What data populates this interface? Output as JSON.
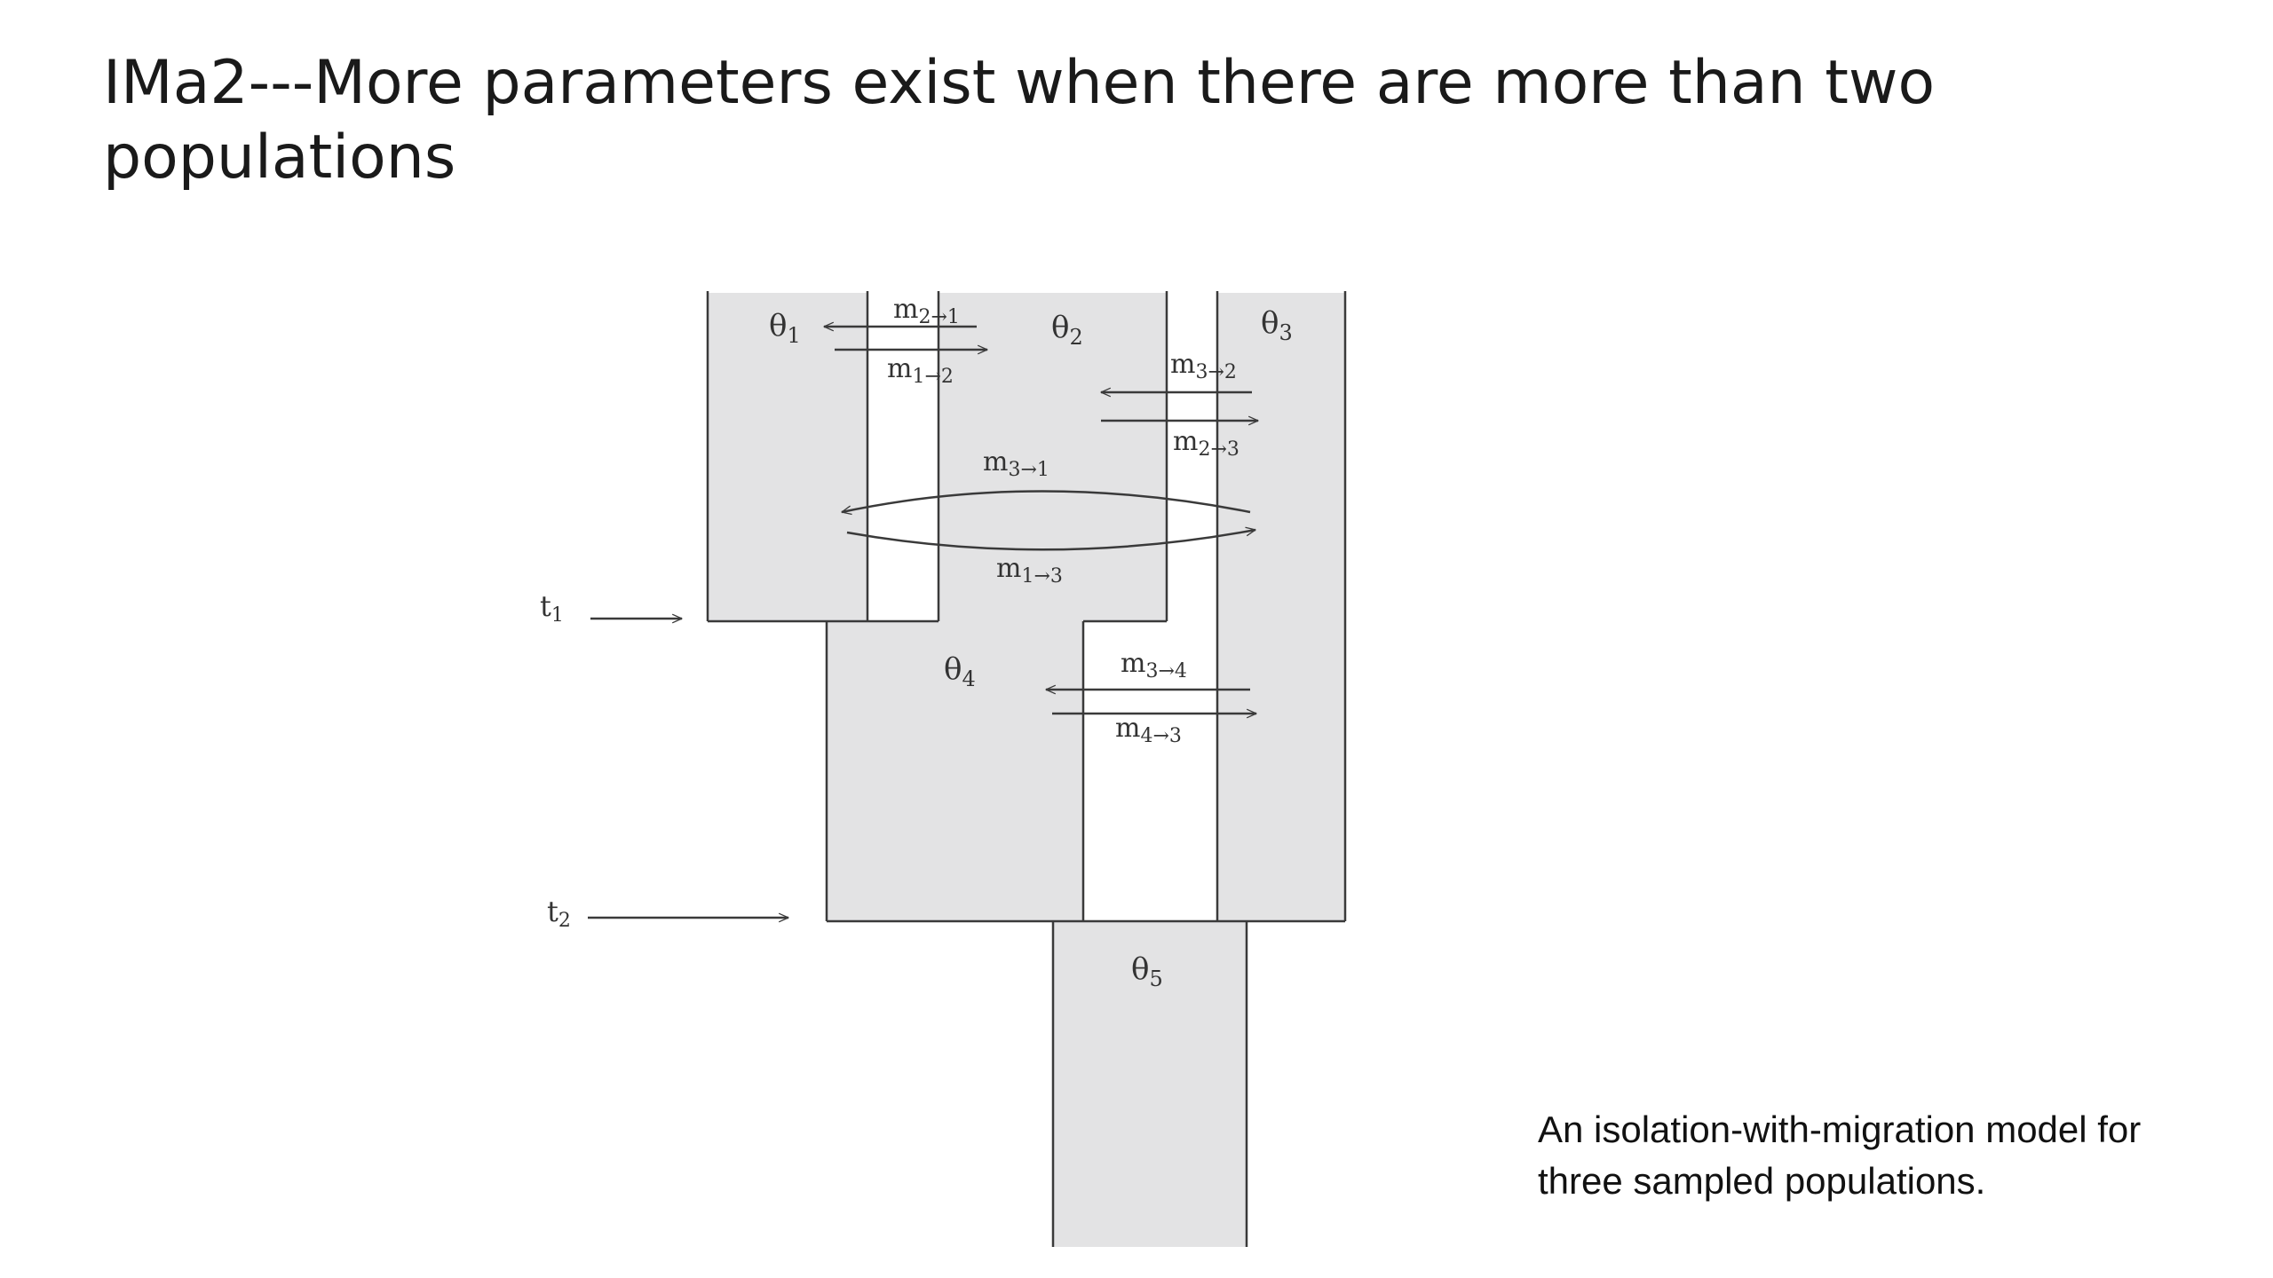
{
  "slide": {
    "title": "IMa2---More parameters exist when there are more than two populations",
    "caption": "An isolation-with-migration model for three sampled populations."
  },
  "diagram": {
    "populations": [
      {
        "theta": "θ",
        "sub": "1"
      },
      {
        "theta": "θ",
        "sub": "2"
      },
      {
        "theta": "θ",
        "sub": "3"
      },
      {
        "theta": "θ",
        "sub": "4"
      },
      {
        "theta": "θ",
        "sub": "5"
      }
    ],
    "migrations": [
      {
        "m": "m",
        "a": "2",
        "b": "1"
      },
      {
        "m": "m",
        "a": "1",
        "b": "2"
      },
      {
        "m": "m",
        "a": "3",
        "b": "2"
      },
      {
        "m": "m",
        "a": "2",
        "b": "3"
      },
      {
        "m": "m",
        "a": "3",
        "b": "1"
      },
      {
        "m": "m",
        "a": "1",
        "b": "3"
      },
      {
        "m": "m",
        "a": "3",
        "b": "4"
      },
      {
        "m": "m",
        "a": "4",
        "b": "3"
      }
    ],
    "arrow_glyph": "→",
    "times": [
      {
        "t": "t",
        "sub": "1"
      },
      {
        "t": "t",
        "sub": "2"
      }
    ],
    "colors": {
      "population_fill": "#e3e3e4",
      "line": "#3a3a3a"
    }
  }
}
